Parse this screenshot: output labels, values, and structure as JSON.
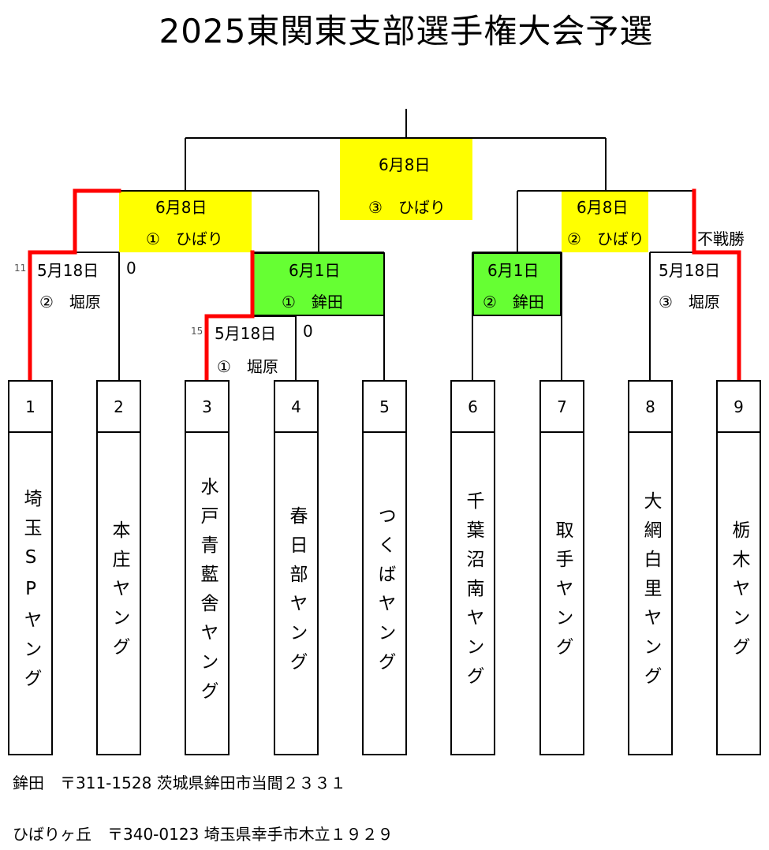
{
  "title": "2025東関東支部選手権大会予選",
  "matches": {
    "final": {
      "date": "6月8日",
      "venue": "③　ひばり"
    },
    "semi_left": {
      "date": "6月8日",
      "venue": "①　ひばり"
    },
    "semi_right": {
      "date": "6月8日",
      "venue": "②　ひばり"
    },
    "qf_left": {
      "date": "6月1日",
      "venue": "①　鉾田"
    },
    "qf_right": {
      "date": "6月1日",
      "venue": "②　鉾田"
    },
    "r1_left": {
      "date": "5月18日",
      "venue": "②　堀原",
      "tag": "11",
      "score": "0"
    },
    "r1_mid": {
      "date": "5月18日",
      "venue": "①　堀原",
      "tag": "15",
      "score": "0"
    },
    "r1_right": {
      "date": "5月18日",
      "venue": "③　堀原",
      "bye": "不戦勝"
    }
  },
  "teams": [
    {
      "num": "1",
      "name": "埼玉SPヤング"
    },
    {
      "num": "2",
      "name": "本庄ヤング"
    },
    {
      "num": "3",
      "name": "水戸青藍舎ヤング"
    },
    {
      "num": "4",
      "name": "春日部ヤング"
    },
    {
      "num": "5",
      "name": "つくばヤング"
    },
    {
      "num": "6",
      "name": "千葉沼南ヤング"
    },
    {
      "num": "7",
      "name": "取手ヤング"
    },
    {
      "num": "8",
      "name": "大網白里ヤング"
    },
    {
      "num": "9",
      "name": "栃木ヤング"
    }
  ],
  "footer": {
    "line1": "鉾田　〒311-1528 茨城県鉾田市当間２３３１",
    "line2": "ひばりヶ丘　〒340-0123 埼玉県幸手市木立１９２９"
  },
  "colors": {
    "venue_hibari": "#ffff00",
    "venue_hokota": "#66ff33",
    "winner_line": "#ff0000"
  }
}
